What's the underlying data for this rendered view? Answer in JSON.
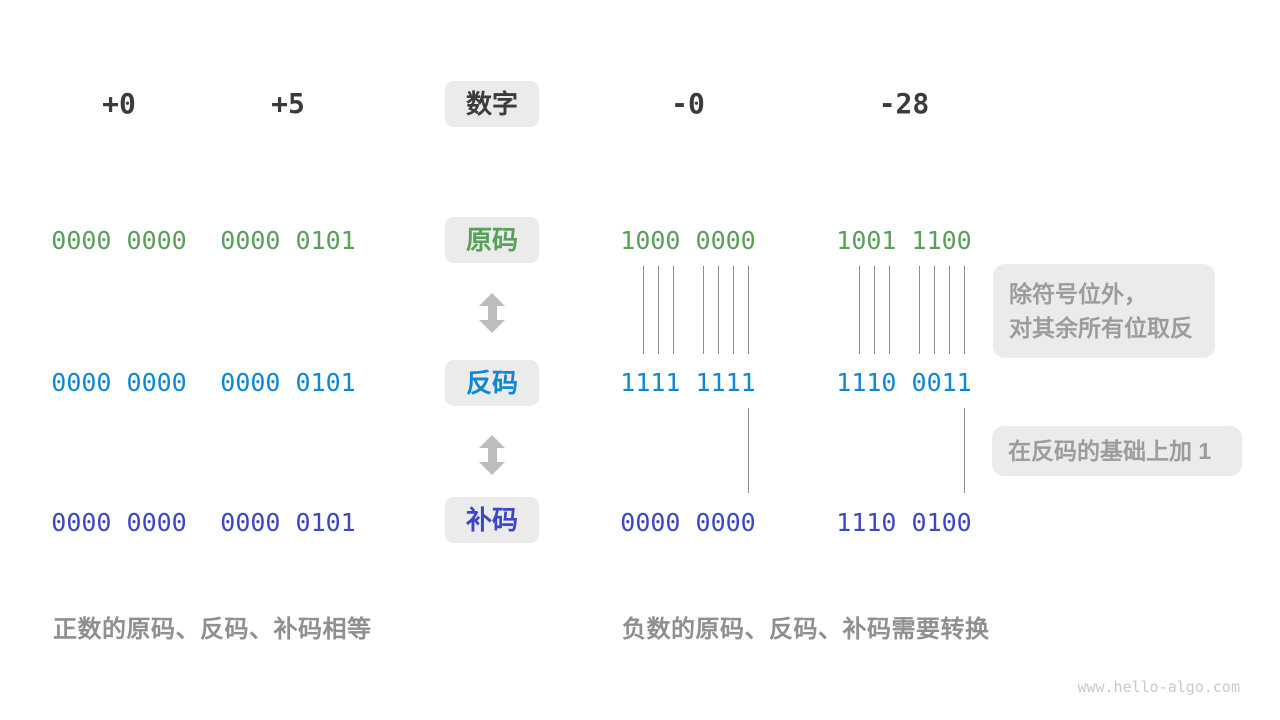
{
  "title": "原码、反码与补码的转换示意图",
  "colors": {
    "green": "#5aa05a",
    "blue": "#0e87d4",
    "indigo": "#3c46c6",
    "dark": "#3b3b3b",
    "box_bg": "#ebebeb",
    "muted": "#9c9c9c",
    "caption": "#8f8f8f",
    "line": "#8f8f8f",
    "arrow": "#bdbdbd",
    "watermark": "#c9c9c9"
  },
  "row_labels": {
    "number": {
      "text": "数字"
    },
    "sign_magnitude": {
      "text": "原码"
    },
    "ones_complement": {
      "text": "反码"
    },
    "twos_complement": {
      "text": "补码"
    }
  },
  "columns": [
    {
      "number": "+0",
      "sign_magnitude": "0000 0000",
      "ones_complement": "0000 0000",
      "twos_complement": "0000 0000"
    },
    {
      "number": "+5",
      "sign_magnitude": "0000 0101",
      "ones_complement": "0000 0101",
      "twos_complement": "0000 0101"
    },
    {
      "number": "-0",
      "sign_magnitude": "1000 0000",
      "ones_complement": "1111 1111",
      "twos_complement": "0000 0000"
    },
    {
      "number": "-28",
      "sign_magnitude": "1001 1100",
      "ones_complement": "1110 0011",
      "twos_complement": "1110 0100"
    }
  ],
  "annotations": {
    "invert": {
      "line1": "除符号位外，",
      "line2": "对其余所有位取反"
    },
    "add_one": "在反码的基础上加 1"
  },
  "captions": {
    "positive": "正数的原码、反码、补码相等",
    "negative": "负数的原码、反码、补码需要转换"
  },
  "watermark": "www.hello-algo.com"
}
